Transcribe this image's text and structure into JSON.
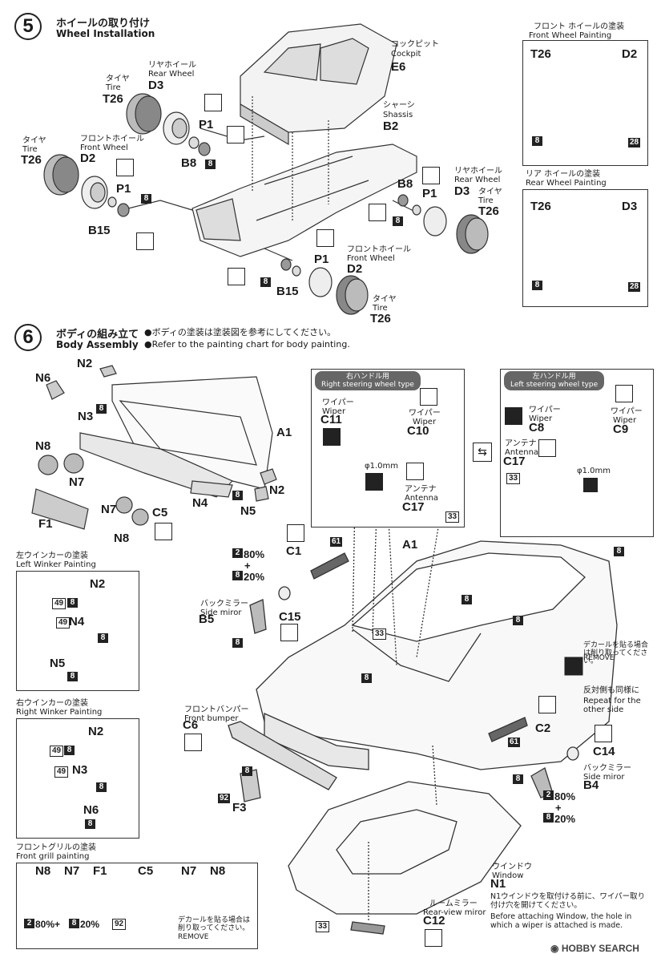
{
  "step5": {
    "number": "5",
    "title_jp": "ホイールの取り付け",
    "title_en": "Wheel Installation",
    "cockpit": {
      "jp": "コックピット",
      "en": "Cockpit",
      "code": "E6"
    },
    "chassis": {
      "jp": "シャーシ",
      "en": "Shassis",
      "code": "B2"
    },
    "rear_wheel_left": {
      "jp": "リヤホイール",
      "en": "Rear Wheel",
      "code": "D3"
    },
    "tire_rear_left": {
      "jp": "タイヤ",
      "en": "Tire",
      "code": "T26"
    },
    "p1_a": "P1",
    "b8_a": "B8",
    "tire_front_left": {
      "jp": "タイヤ",
      "en": "Tire",
      "code": "T26"
    },
    "front_wheel_left": {
      "jp": "フロントホイール",
      "en": "Front Wheel",
      "code": "D2"
    },
    "p1_b": "P1",
    "b15_a": "B15",
    "b8_b": "B8",
    "p1_c": "P1",
    "rear_wheel_right": {
      "jp": "リヤホイール",
      "en": "Rear Wheel",
      "code": "D3"
    },
    "tire_rear_right": {
      "jp": "タイヤ",
      "en": "Tire",
      "code": "T26"
    },
    "front_wheel_right": {
      "jp": "フロントホイール",
      "en": "Front Wheel",
      "code": "D2"
    },
    "p1_d": "P1",
    "b15_b": "B15",
    "tire_front_right": {
      "jp": "タイヤ",
      "en": "Tire",
      "code": "T26"
    },
    "color8": "8"
  },
  "front_wheel_painting": {
    "title_jp": "フロント ホイールの塗装",
    "title_en": "Front Wheel Painting",
    "tire": "T26",
    "wheel": "D2",
    "c1": "8",
    "c2": "28"
  },
  "rear_wheel_painting": {
    "title_jp": "リア ホイールの塗装",
    "title_en": "Rear Wheel Painting",
    "tire": "T26",
    "wheel": "D3",
    "c1": "8",
    "c2": "28"
  },
  "step6": {
    "number": "6",
    "title_jp": "ボディの組み立て",
    "title_en": "Body Assembly",
    "note_jp": "●ボディの塗装は塗装図を参考にしてください。",
    "note_en": "●Refer to the painting chart for body painting.",
    "parts": {
      "n6": "N6",
      "n2a": "N2",
      "n3": "N3",
      "n8a": "N8",
      "n7a": "N7",
      "f1": "F1",
      "n7b": "N7",
      "n8b": "N8",
      "c5": "C5",
      "n4": "N4",
      "n5": "N5",
      "n2b": "N2",
      "a1a": "A1",
      "a1b": "A1",
      "c1": "C1",
      "c15": "C15",
      "c2": "C2",
      "c14": "C14",
      "f3": "F3"
    },
    "rhd": {
      "label_jp": "右ハンドル用",
      "label_en": "Right steering wheel type",
      "wiper_a_jp": "ワイパー",
      "wiper_a_en": "Wiper",
      "wiper_a": "C11",
      "wiper_b_jp": "ワイパー",
      "wiper_b_en": "Wiper",
      "wiper_b": "C10",
      "drill": "φ1.0mm",
      "antenna_jp": "アンテナ",
      "antenna_en": "Antenna",
      "antenna": "C17",
      "color": "33"
    },
    "lhd": {
      "label_jp": "左ハンドル用",
      "label_en": "Left steering wheel type",
      "wiper_a_jp": "ワイパー",
      "wiper_a_en": "Wiper",
      "wiper_a": "C8",
      "wiper_b_jp": "ワイパー",
      "wiper_b_en": "Wiper",
      "wiper_b": "C9",
      "antenna_jp": "アンテナ",
      "antenna_en": "Antenna",
      "antenna": "C17",
      "drill": "φ1.0mm",
      "color": "33"
    },
    "side_mirror_left": {
      "jp": "バックミラー",
      "en": "Side miror",
      "code": "B5",
      "mix1": "80%",
      "plus": "+",
      "mix2": "20%",
      "c2": "2",
      "c8": "8"
    },
    "side_mirror_right": {
      "jp": "バックミラー",
      "en": "Side miror",
      "code": "B4",
      "mix1": "80%",
      "plus": "+",
      "mix2": "20%",
      "c2": "2",
      "c8": "8"
    },
    "front_bumper": {
      "jp": "フロントバンパー",
      "en": "Front bumper",
      "code": "C6"
    },
    "decal_note": {
      "jp": "デカールを貼る場合は削り取ってください。",
      "en": "REMOVE"
    },
    "repeat_note": {
      "jp": "反対側も同様に",
      "en": "Repeat for the other side"
    },
    "window": {
      "jp": "ウインドウ",
      "en": "Window",
      "code": "N1",
      "note_jp": "N1ウインドウを取付ける前に、ワイパー取り付け穴を開けてください。",
      "note_en": "Before attaching Window, the hole in which a wiper is attached is made."
    },
    "rearview": {
      "jp": "ルームミラー",
      "en": "Rear-view miror",
      "code": "C12",
      "color": "33"
    },
    "colors": {
      "c8": "8",
      "c33": "33",
      "c61": "61",
      "c92": "92"
    }
  },
  "left_winker": {
    "title_jp": "左ウインカーの塗装",
    "title_en": "Left Winker Painting",
    "n2": "N2",
    "n4": "N4",
    "n5": "N5",
    "c49": "49",
    "c8": "8"
  },
  "right_winker": {
    "title_jp": "右ウインカーの塗装",
    "title_en": "Right Winker Painting",
    "n2": "N2",
    "n3": "N3",
    "n6": "N6",
    "c49": "49",
    "c8": "8"
  },
  "front_grill": {
    "title_jp": "フロントグリルの塗装",
    "title_en": "Front grill painting",
    "n8a": "N8",
    "n7a": "N7",
    "f1": "F1",
    "c5": "C5",
    "n7b": "N7",
    "n8b": "N8",
    "mix_a": "2",
    "mix_a_pct": "80%+",
    "mix_b": "8",
    "mix_b_pct": "20%",
    "c92": "92",
    "decal_jp": "デカールを貼る場合は削り取ってください。",
    "decal_en": "REMOVE"
  },
  "watermark": "HOBBY SEARCH"
}
